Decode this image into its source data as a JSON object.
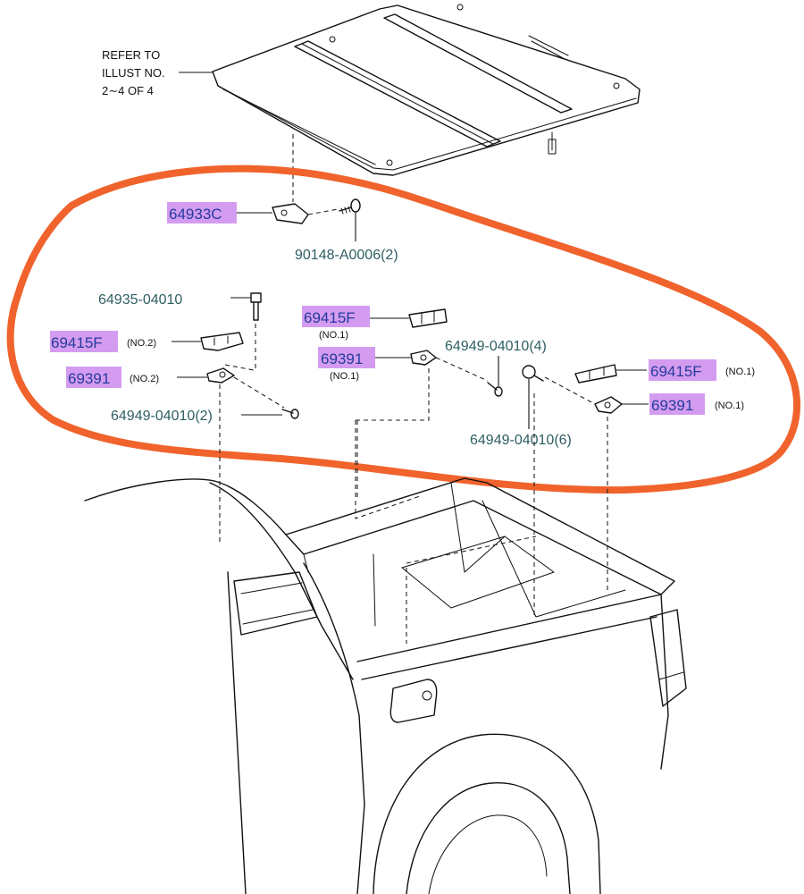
{
  "note": {
    "line1": "REFER TO",
    "line2": "ILLUST NO.",
    "line3": "2∼4 OF 4"
  },
  "parts": {
    "p64933c": {
      "label": "64933C",
      "highlighted": true
    },
    "p90148": {
      "label": "90148-A0006(2)"
    },
    "p64935": {
      "label": "64935-04010"
    },
    "p69415f_no2": {
      "label": "69415F",
      "qualifier": "(NO.2)",
      "highlighted": true
    },
    "p69391_no2": {
      "label": "69391",
      "qualifier": "(NO.2)",
      "highlighted": true
    },
    "p64949_2": {
      "label": "64949-04010(2)"
    },
    "p69415f_center": {
      "label": "69415F",
      "qualifier": "(NO.1)",
      "highlighted": true
    },
    "p69391_center": {
      "label": "69391",
      "qualifier": "(NO.1)",
      "highlighted": true
    },
    "p64949_4": {
      "label": "64949-04010(4)"
    },
    "p69415f_right": {
      "label": "69415F",
      "qualifier": "(NO.1)",
      "highlighted": true
    },
    "p69391_right": {
      "label": "69391",
      "qualifier": "(NO.1)",
      "highlighted": true
    },
    "p64949_6": {
      "label": "64949-04010(6)"
    }
  },
  "colors": {
    "highlight": "#d49cf0",
    "part_number_text": "#2f5f63",
    "highlight_text": "#243b9e",
    "annotation_circle": "#f0632c",
    "line_art": "#111111"
  }
}
